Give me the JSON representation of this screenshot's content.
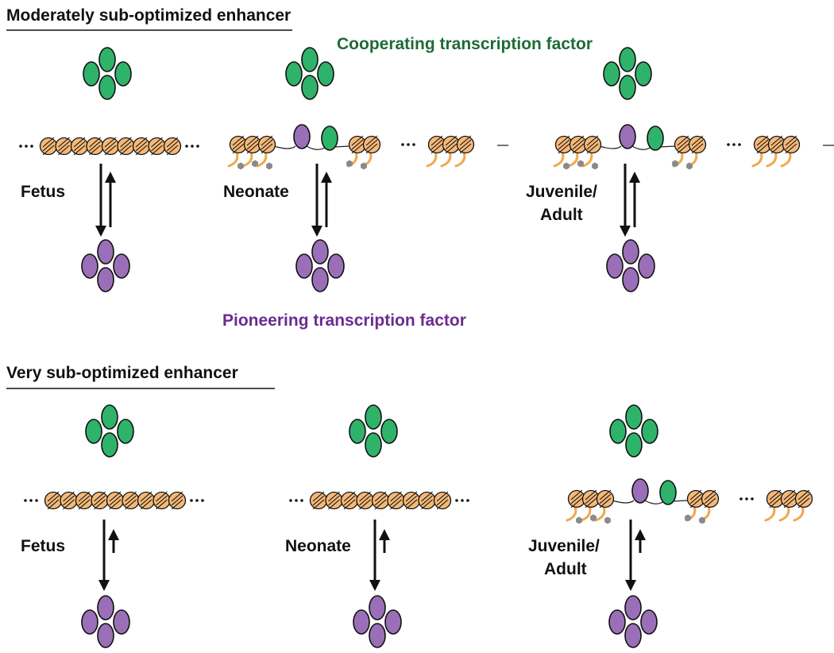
{
  "sections": [
    {
      "title": "Moderately sub-optimized enhancer",
      "stages": [
        {
          "label_lines": [
            "Fetus"
          ],
          "chromatin": "closed",
          "up_arrow": "long"
        },
        {
          "label_lines": [
            "Neonate"
          ],
          "chromatin": "open",
          "up_arrow": "long"
        },
        {
          "label_lines": [
            "Juvenile/",
            "Adult"
          ],
          "chromatin": "open",
          "up_arrow": "long"
        }
      ]
    },
    {
      "title": "Very sub-optimized enhancer",
      "stages": [
        {
          "label_lines": [
            "Fetus"
          ],
          "chromatin": "closed",
          "up_arrow": "short"
        },
        {
          "label_lines": [
            "Neonate"
          ],
          "chromatin": "closed",
          "up_arrow": "short"
        },
        {
          "label_lines": [
            "Juvenile/",
            "Adult"
          ],
          "chromatin": "open",
          "up_arrow": "short"
        }
      ]
    }
  ],
  "factors": {
    "cooperating": {
      "label": "Cooperating transcription factor",
      "color": "#1e6b35",
      "fill": "#2fb36b"
    },
    "pioneering": {
      "label": "Pioneering transcription factor",
      "color": "#6a2c91",
      "fill": "#9b6fb8"
    }
  },
  "colors": {
    "nucleosome": "#f5b878",
    "histone_tail": "#f0a84e",
    "modification": "#8a8a8a",
    "line": "#222222"
  }
}
